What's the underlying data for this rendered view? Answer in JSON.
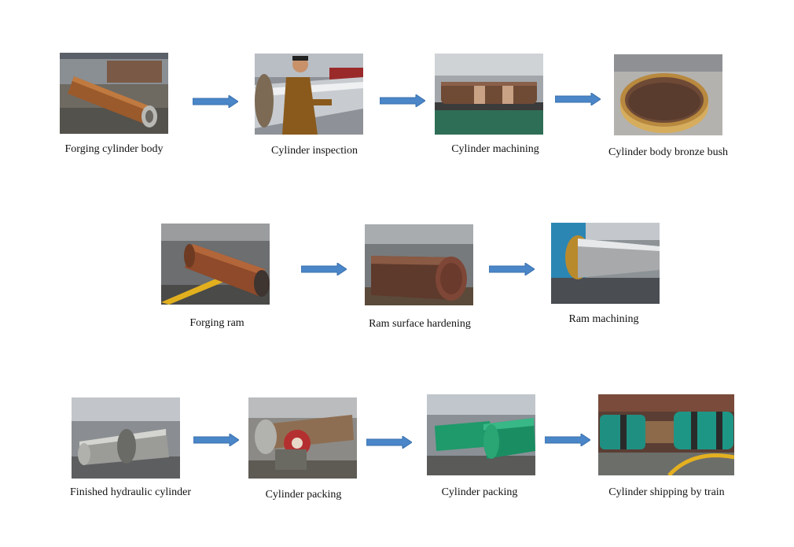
{
  "rows": [
    {
      "steps": [
        {
          "caption": "Forging cylinder body"
        },
        {
          "caption": "Cylinder inspection"
        },
        {
          "caption": "Cylinder machining"
        },
        {
          "caption": "Cylinder body bronze bush"
        }
      ]
    },
    {
      "steps": [
        {
          "caption": "Forging ram"
        },
        {
          "caption": "Ram surface hardening"
        },
        {
          "caption": "Ram machining"
        }
      ]
    },
    {
      "steps": [
        {
          "caption": "Finished hydraulic cylinder"
        },
        {
          "caption": "Cylinder packing"
        },
        {
          "caption": "Cylinder packing"
        },
        {
          "caption": "Cylinder shipping by train"
        }
      ]
    }
  ],
  "colors": {
    "arrow": "#4a86c8",
    "arrow_stroke": "#3a70ad"
  }
}
